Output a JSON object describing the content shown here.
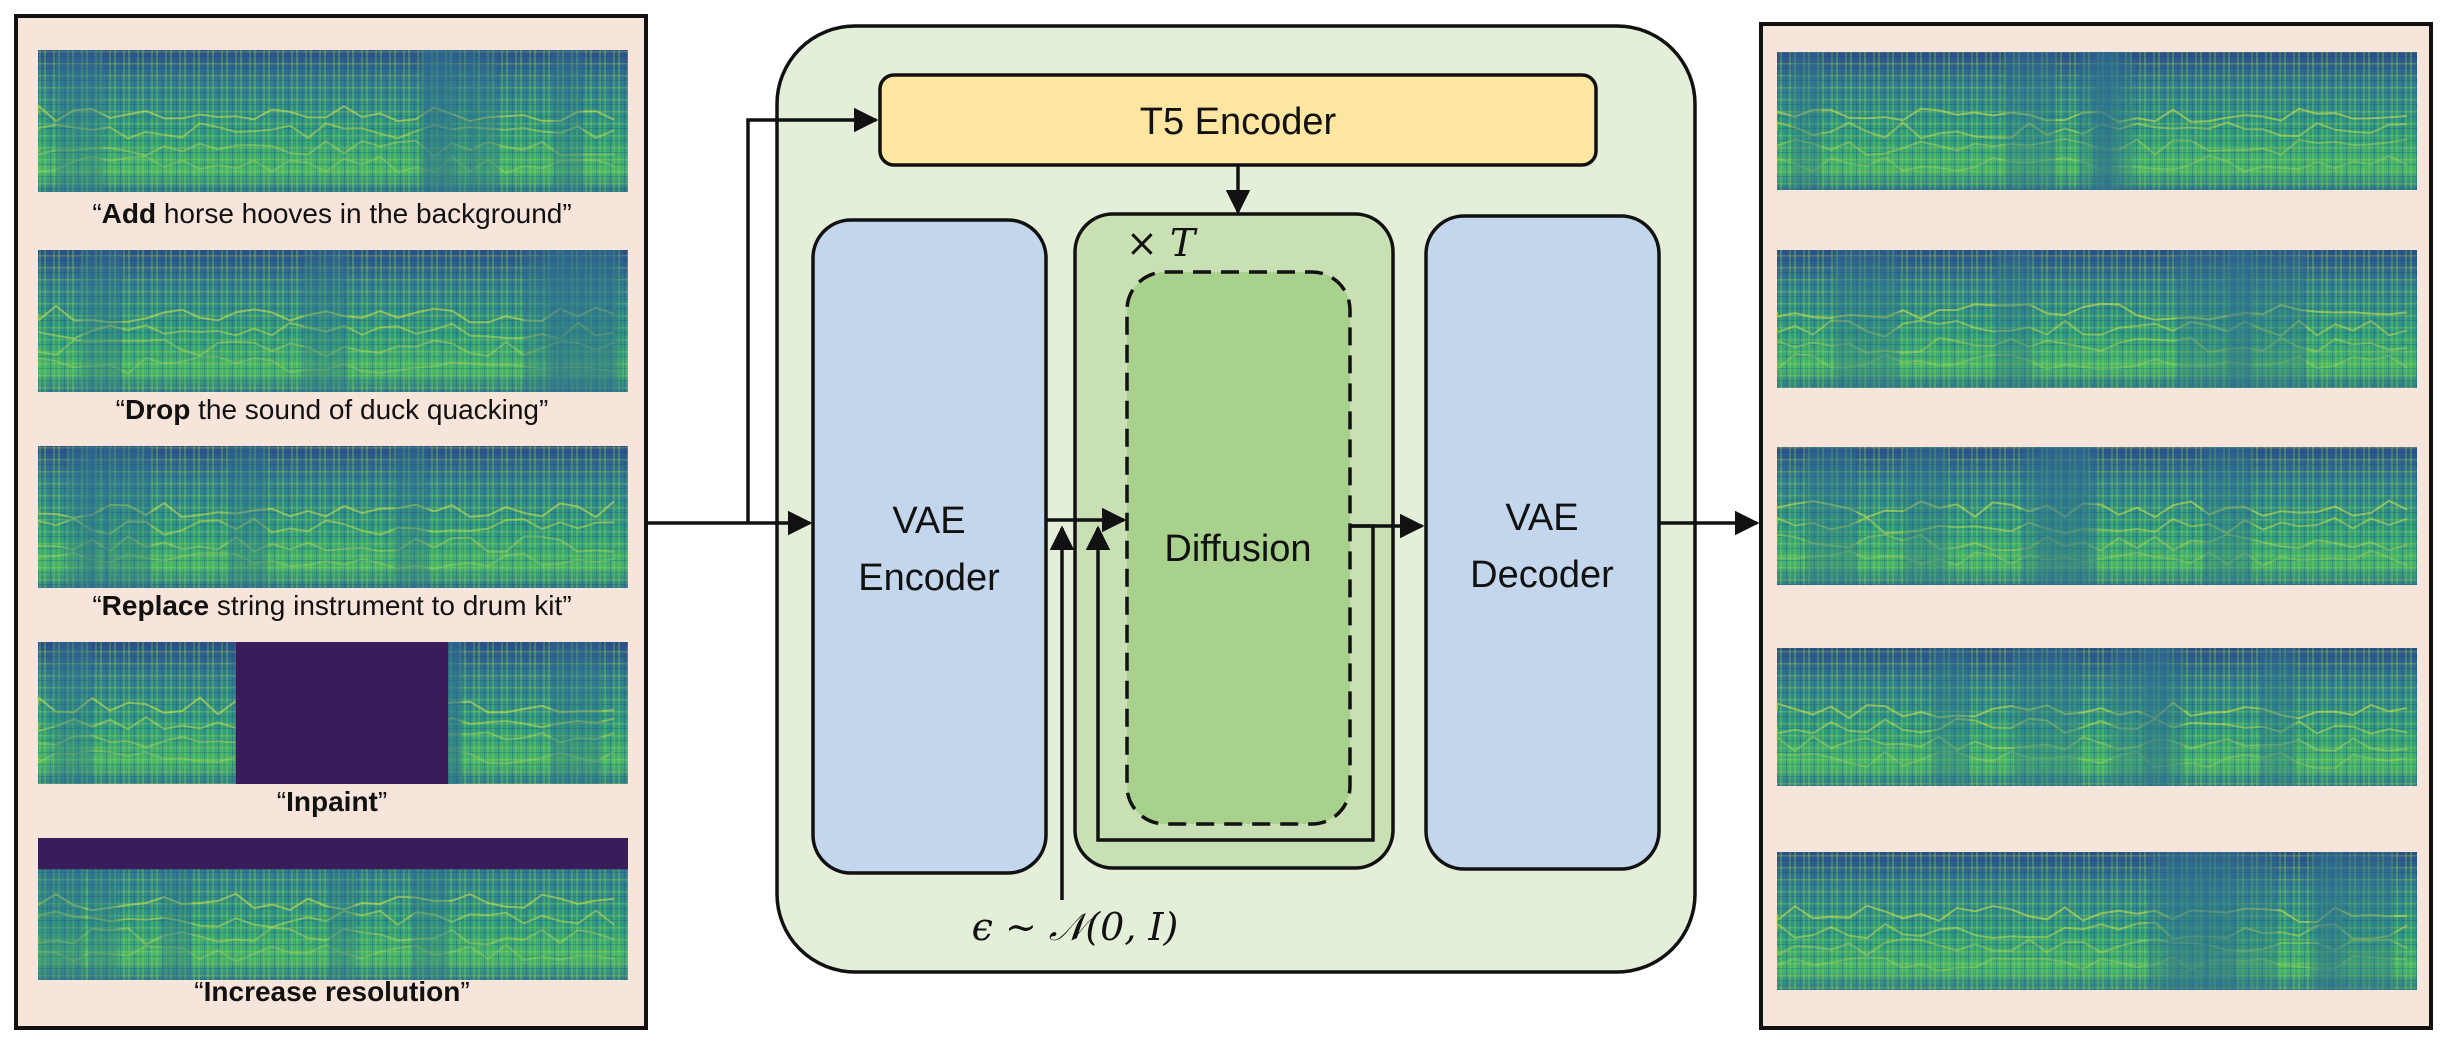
{
  "colors": {
    "panel_bg": "#f7e4da",
    "panel_border": "#111111",
    "model_bg": "#e4efd9",
    "t5_fill": "#fce6a2",
    "vae_fill": "#c3d6ec",
    "diffusion_outer_fill": "#c9e0b5",
    "diffusion_inner_fill": "#a9d18e",
    "spectro_dark": "#3b1c5a",
    "spectro_mid": "#2f6f8f",
    "spectro_green": "#2fa07a",
    "spectro_yellow": "#d7e84a"
  },
  "input_panel": {
    "examples": [
      {
        "quote_open": "“",
        "bold": "Add",
        "rest": " horse hooves in the background",
        "quote_close": "”",
        "masked": "none"
      },
      {
        "quote_open": "“",
        "bold": "Drop",
        "rest": " the sound of duck quacking",
        "quote_close": "”",
        "masked": "none"
      },
      {
        "quote_open": "“",
        "bold": "Replace",
        "rest": " string instrument to drum kit",
        "quote_close": "”",
        "masked": "none"
      },
      {
        "quote_open": "“",
        "bold": "Inpaint",
        "rest": "",
        "quote_close": "”",
        "masked": "middle"
      },
      {
        "quote_open": "“",
        "bold": "Increase resolution",
        "rest": "",
        "quote_close": "”",
        "masked": "top"
      }
    ]
  },
  "model": {
    "t5_encoder": "T5 Encoder",
    "vae_encoder": [
      "VAE",
      "Encoder"
    ],
    "vae_decoder": [
      "VAE",
      "Decoder"
    ],
    "diffusion": "Diffusion",
    "repeat_label": "× T",
    "noise_label": "ϵ ∼ 𝒩(0, I)"
  },
  "output_panel": {
    "spectrogram_count": 5
  }
}
